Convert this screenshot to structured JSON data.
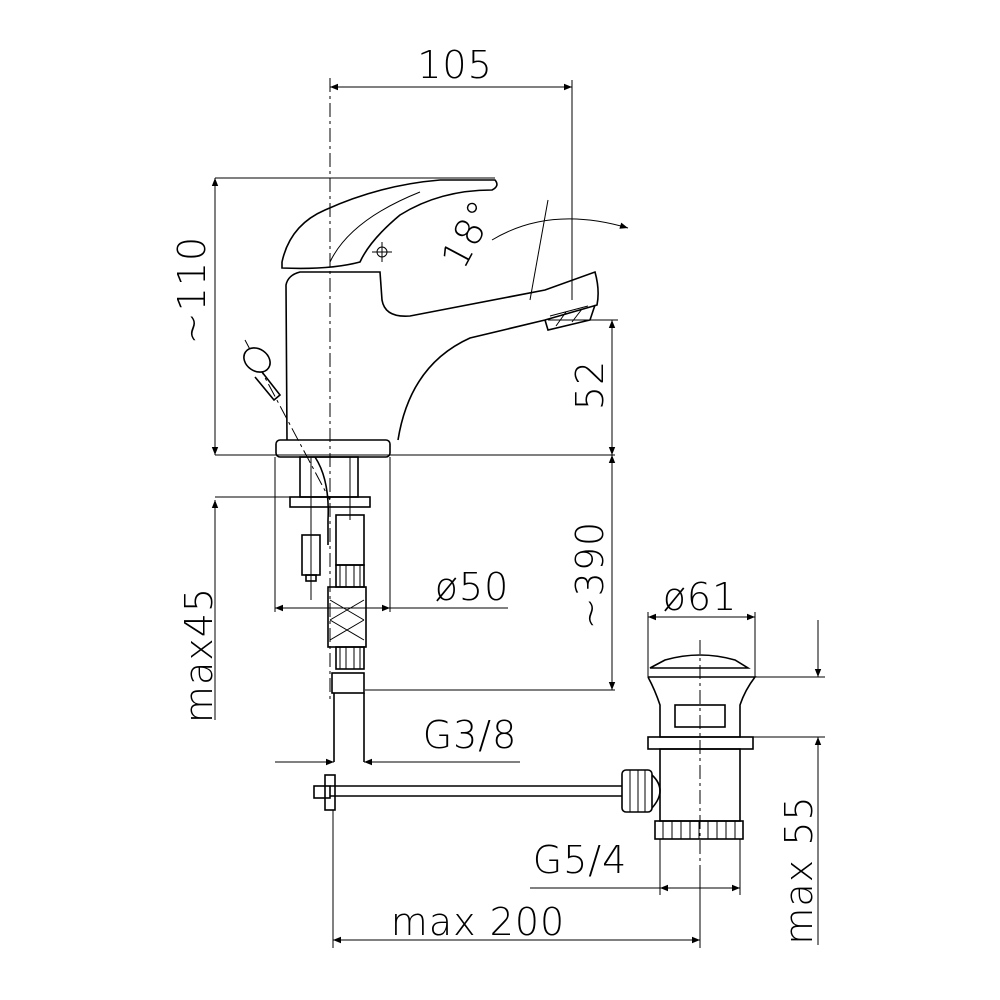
{
  "drawing": {
    "dimensions": {
      "width_top": "105",
      "angle": "18°",
      "height_total": "~110",
      "spout_height": "52",
      "hose_length": "~390",
      "base_diameter": "ø50",
      "max_deck": "max45",
      "inlet_thread": "G3/8",
      "waste_diameter": "ø61",
      "waste_thread": "G5/4",
      "waste_height": "max 55",
      "rod_length": "max 200"
    },
    "line_color": "#000000",
    "background": "#ffffff"
  }
}
